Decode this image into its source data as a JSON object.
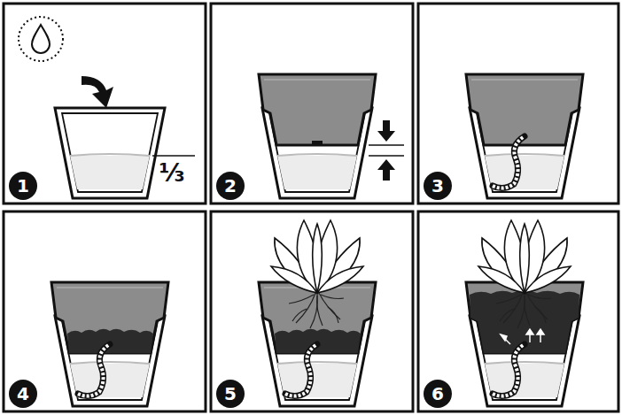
{
  "diagram": {
    "labels": [
      "1",
      "⅓",
      "2",
      "3",
      "4",
      "5",
      "6"
    ]
  }
}
